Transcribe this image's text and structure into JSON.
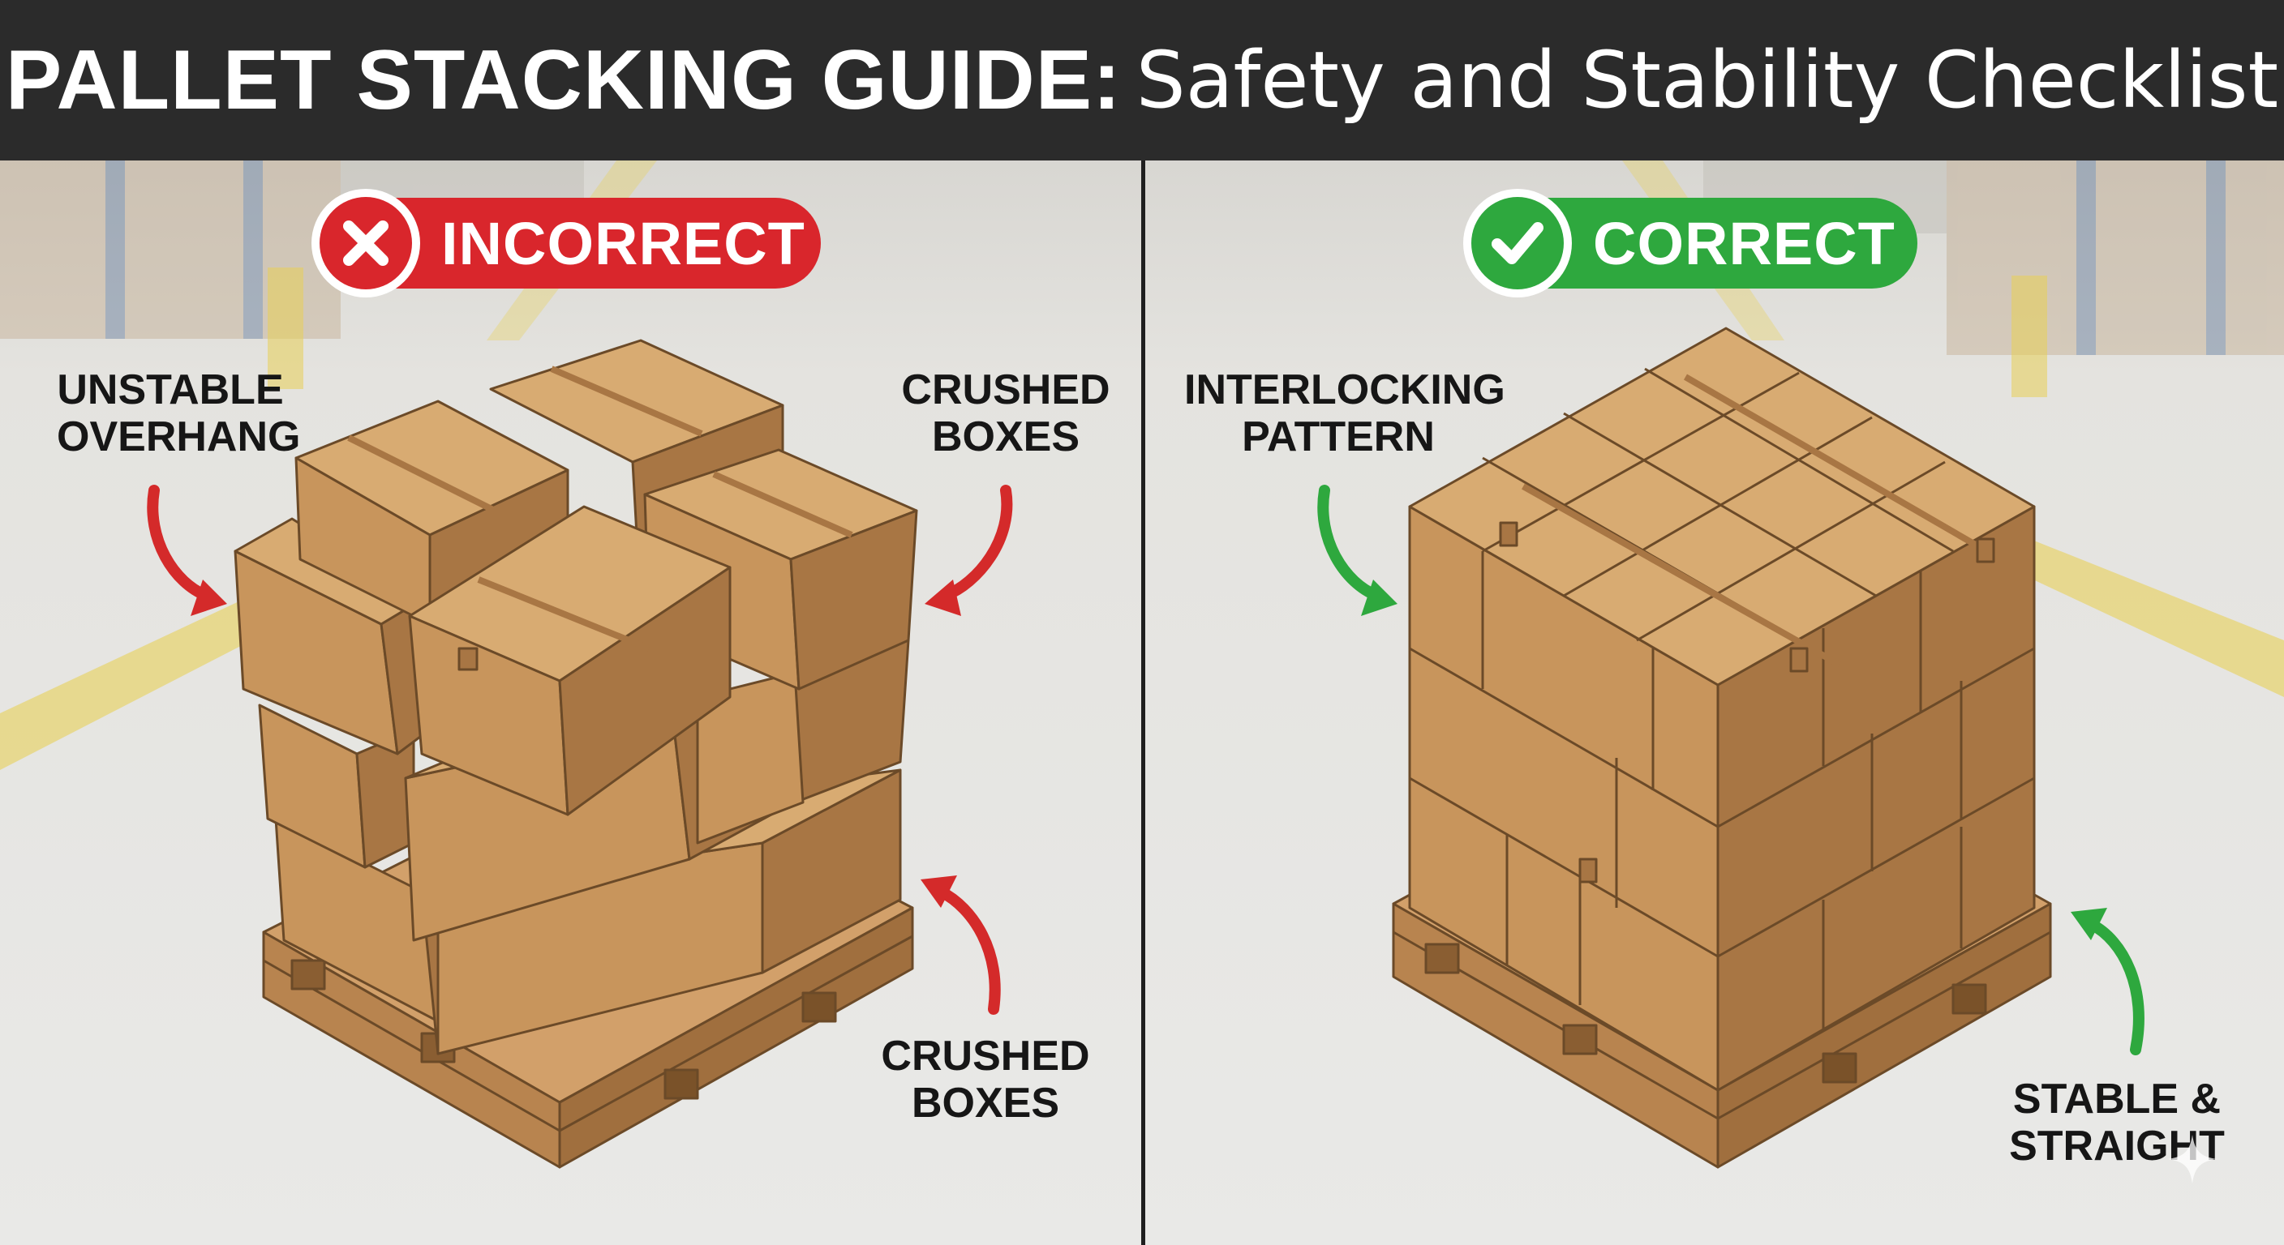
{
  "title": {
    "bold": "PALLET STACKING GUIDE:",
    "light": "Safety and Stability Checklist"
  },
  "left_panel": {
    "badge": {
      "label": "INCORRECT",
      "color": "#d9262c",
      "icon": "x-icon"
    },
    "callouts": {
      "unstable_overhang": [
        "UNSTABLE",
        "OVERHANG"
      ],
      "crushed_top": [
        "CRUSHED",
        "BOXES"
      ],
      "crushed_bottom": [
        "CRUSHED",
        "BOXES"
      ]
    },
    "arrow_color": "#d42a2a"
  },
  "right_panel": {
    "badge": {
      "label": "CORRECT",
      "color": "#2ea83e",
      "icon": "checkmark-icon"
    },
    "callouts": {
      "interlocking": [
        "INTERLOCKING",
        "PATTERN"
      ],
      "stable": [
        "STABLE &",
        "STRAIGHT"
      ]
    },
    "arrow_color": "#2ea83e"
  },
  "colors": {
    "title_bar": "#2b2b2b",
    "box_top": "#d8ab72",
    "box_front": "#c8955c",
    "box_side": "#a87644",
    "pallet": "#b8844f",
    "floor": "#e2e2e0",
    "safety_line": "#e6cc45"
  }
}
